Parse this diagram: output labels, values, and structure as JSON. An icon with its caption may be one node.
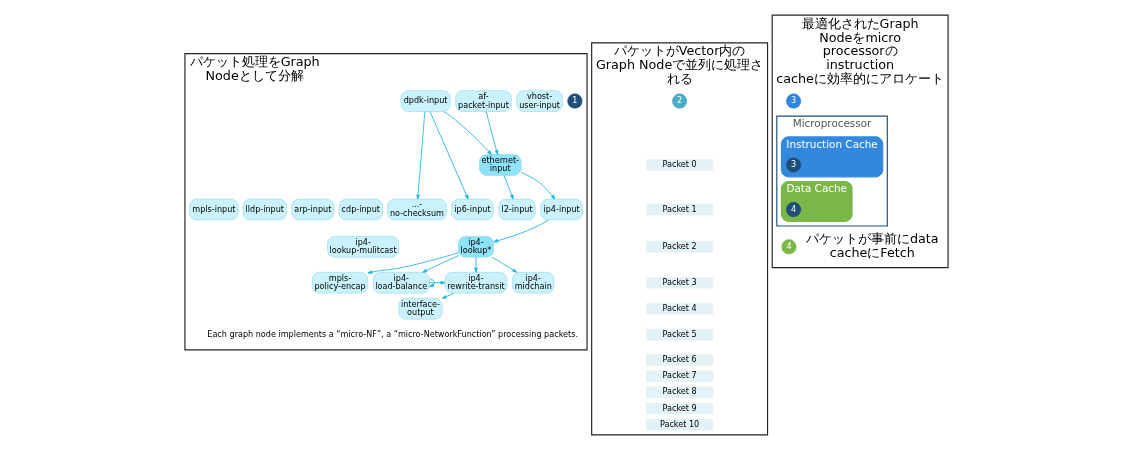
{
  "diagram": {
    "nodes": [
      {
        "text": [
          "パケット処理をGraph Nodeとして分解"
        ]
      },
      {
        "text": [
          "1"
        ],
        "in": 0
      },
      {
        "text": [
          "vhost-user-input"
        ],
        "in": 0
      },
      {
        "text": [
          "af-packet-input"
        ],
        "in": 0
      },
      {
        "text": [
          "dpdk-input"
        ],
        "in": 0
      },
      {
        "text": [
          "ethernet-input"
        ],
        "in": 0
      },
      {
        "text": [
          "cdp-input"
        ],
        "in": 0
      },
      {
        "text": [
          "arp-input"
        ],
        "in": 0
      },
      {
        "text": [
          "lldp-input"
        ],
        "in": 0
      },
      {
        "text": [
          "mpls-input"
        ],
        "in": 0
      },
      {
        "text": [
          "l2-input"
        ],
        "in": 0
      },
      {
        "text": [
          "ip4-input"
        ],
        "in": 0
      },
      {
        "text": [
          "...-no-checksum"
        ],
        "in": 0
      },
      {
        "text": [
          "ip6-input"
        ],
        "in": 0
      },
      {
        "text": [
          "ip4-lookup-mulitcast"
        ],
        "in": 0
      },
      {
        "text": [
          "ip4-lookup*"
        ],
        "in": 0
      },
      {
        "text": [
          "mpls-policy-encap"
        ],
        "in": 0
      },
      {
        "text": [
          "ip4-load-balance"
        ],
        "in": 0
      },
      {
        "text": [
          "ip4-rewrite-transit"
        ],
        "in": 0
      },
      {
        "text": [
          "ip4-midchain"
        ],
        "in": 0
      },
      {
        "text": [
          "interface-output"
        ],
        "in": 0
      },
      {
        "text": [
          "パケットがVector内のGraph Nodeで並列に処理される"
        ]
      },
      {
        "text": [
          "2"
        ],
        "in": 21
      },
      {
        "text": [
          "Packet 0"
        ],
        "in": 21
      },
      {
        "text": [
          "Packet 1"
        ],
        "in": 21
      },
      {
        "text": [
          "Packet 2"
        ],
        "in": 21
      },
      {
        "text": [
          "Packet 3"
        ],
        "in": 21
      },
      {
        "text": [
          "Packet 4"
        ],
        "in": 21
      },
      {
        "text": [
          "Packet 5"
        ],
        "in": 21
      },
      {
        "text": [
          "Packet 6"
        ],
        "in": 21
      },
      {
        "text": [
          "Packet 7"
        ],
        "in": 21
      },
      {
        "text": [
          "Packet 8"
        ],
        "in": 21
      },
      {
        "text": [
          "Packet 9"
        ],
        "in": 21
      },
      {
        "text": [
          "Packet 10"
        ],
        "in": 21
      },
      {
        "text": [
          "最適化されたGraph Nodeをmicro processorのinstruction cacheに効率的にアロケート"
        ]
      },
      {
        "text": [
          "3"
        ],
        "in": 34
      },
      {
        "text": [
          "Microprocessor"
        ],
        "in": 34
      },
      {
        "text": [
          "Instruction Cache"
        ],
        "in": 36
      },
      {
        "text": [
          "3"
        ],
        "in": 37
      },
      {
        "text": [
          "Data Cache"
        ],
        "in": 36
      },
      {
        "text": [
          "4"
        ],
        "in": 39
      },
      {
        "text": [
          "4"
        ],
        "in": 34
      }
    ],
    "edges": [
      {
        "from": 3,
        "to": 5,
        "arrow": "to"
      },
      {
        "from": 4,
        "to": 5,
        "arrow": "to"
      },
      {
        "from": 4,
        "to": 12,
        "arrow": "to"
      },
      {
        "from": 4,
        "to": 13,
        "arrow": "to"
      },
      {
        "from": 5,
        "to": 10,
        "arrow": "to"
      },
      {
        "from": 5,
        "to": 11,
        "arrow": "to"
      },
      {
        "from": 11,
        "to": 15,
        "arrow": "to"
      },
      {
        "from": 15,
        "to": 16,
        "arrow": "to"
      },
      {
        "from": 15,
        "to": 17,
        "arrow": "to"
      },
      {
        "from": 15,
        "to": 18,
        "arrow": "to"
      },
      {
        "from": 15,
        "to": 19,
        "arrow": "to"
      },
      {
        "from": 17,
        "to": 18,
        "arrow": "to"
      },
      {
        "from": 17,
        "to": 17,
        "arrow": "to"
      },
      {
        "from": 18,
        "to": 20,
        "arrow": "to"
      }
    ],
    "labels": [
      "Each graph node implements a “micro-NF”, a “micro-NetworkFunction” processing packets.",
      "パケットが事前にdata cacheにFetch"
    ]
  }
}
